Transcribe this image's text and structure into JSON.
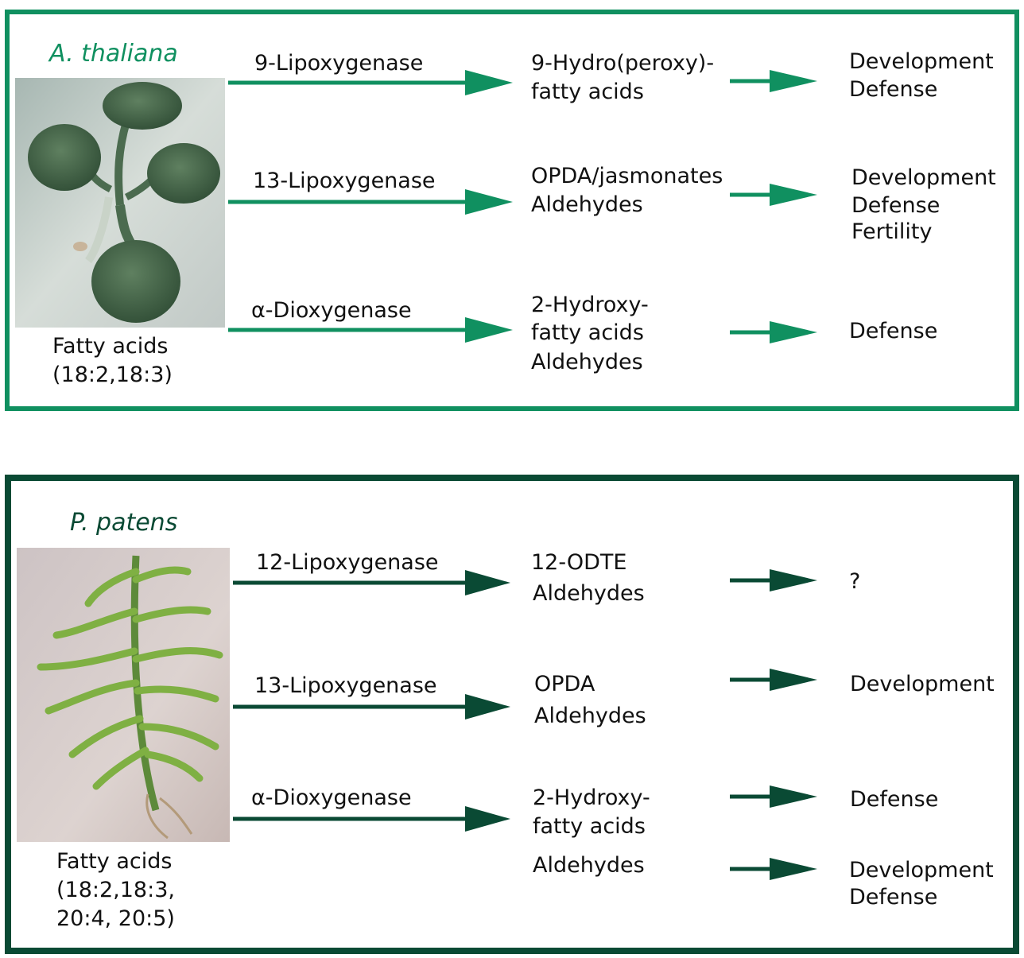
{
  "colors": {
    "top_accent": "#109060",
    "bottom_accent": "#0a4a34"
  },
  "top": {
    "species": "A. thaliana",
    "substrate": [
      "Fatty acids",
      "(18:2,18:3)"
    ],
    "rows": [
      {
        "enzyme": "9-Lipoxygenase",
        "products": [
          "9-Hydro(peroxy)-",
          "fatty acids"
        ],
        "functions": [
          "Development",
          "Defense"
        ]
      },
      {
        "enzyme": "13-Lipoxygenase",
        "products": [
          "OPDA/jasmonates",
          "Aldehydes"
        ],
        "functions": [
          "Development",
          "Defense",
          "Fertility"
        ]
      },
      {
        "enzyme": "α-Dioxygenase",
        "products": [
          "2-Hydroxy-",
          "fatty acids",
          "Aldehydes"
        ],
        "functions": [
          "Defense"
        ]
      }
    ]
  },
  "bottom": {
    "species": "P. patens",
    "substrate": [
      "Fatty acids",
      "(18:2,18:3,",
      "20:4, 20:5)"
    ],
    "rows": [
      {
        "enzyme": "12-Lipoxygenase",
        "products": [
          "12-ODTE",
          "Aldehydes"
        ],
        "functions": [
          "?"
        ]
      },
      {
        "enzyme": "13-Lipoxygenase",
        "products": [
          "OPDA",
          "Aldehydes"
        ],
        "functions": [
          "Development"
        ]
      },
      {
        "enzyme": "α-Dioxygenase",
        "products": [
          "2-Hydroxy-",
          "fatty acids",
          "Aldehydes"
        ],
        "functions": [
          "Defense"
        ]
      },
      {
        "enzyme": "",
        "products": [],
        "functions": [
          "Development",
          "Defense"
        ]
      }
    ]
  }
}
